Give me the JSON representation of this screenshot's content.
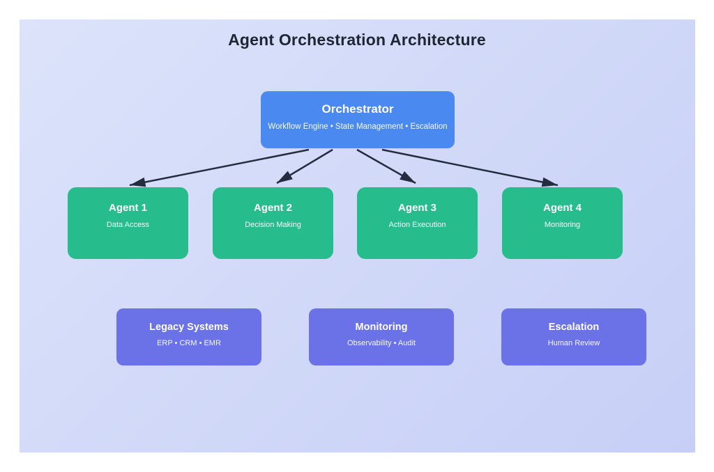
{
  "diagram": {
    "title": "Agent Orchestration Architecture",
    "orchestrator": {
      "title": "Orchestrator",
      "subtitle": "Workflow Engine • State Management • Escalation"
    },
    "agents": [
      {
        "title": "Agent 1",
        "subtitle": "Data Access"
      },
      {
        "title": "Agent 2",
        "subtitle": "Decision Making"
      },
      {
        "title": "Agent 3",
        "subtitle": "Action Execution"
      },
      {
        "title": "Agent 4",
        "subtitle": "Monitoring"
      }
    ],
    "systems": [
      {
        "title": "Legacy Systems",
        "subtitle": "ERP • CRM • EMR"
      },
      {
        "title": "Monitoring",
        "subtitle": "Observability • Audit"
      },
      {
        "title": "Escalation",
        "subtitle": "Human Review"
      }
    ],
    "connections": [
      {
        "from": "Orchestrator",
        "to": "Agent 1"
      },
      {
        "from": "Orchestrator",
        "to": "Agent 2"
      },
      {
        "from": "Orchestrator",
        "to": "Agent 3"
      },
      {
        "from": "Orchestrator",
        "to": "Agent 4"
      }
    ],
    "colors": {
      "orchestrator": "#4a8af0",
      "agent": "#26bc8b",
      "system": "#6b72e8",
      "arrow": "#232d3f",
      "title_text": "#1f2633",
      "node_text": "#ffffff",
      "background_top": "#dce3fa",
      "background_bottom": "#c7cff7",
      "page_bg": "#ffffff"
    }
  }
}
